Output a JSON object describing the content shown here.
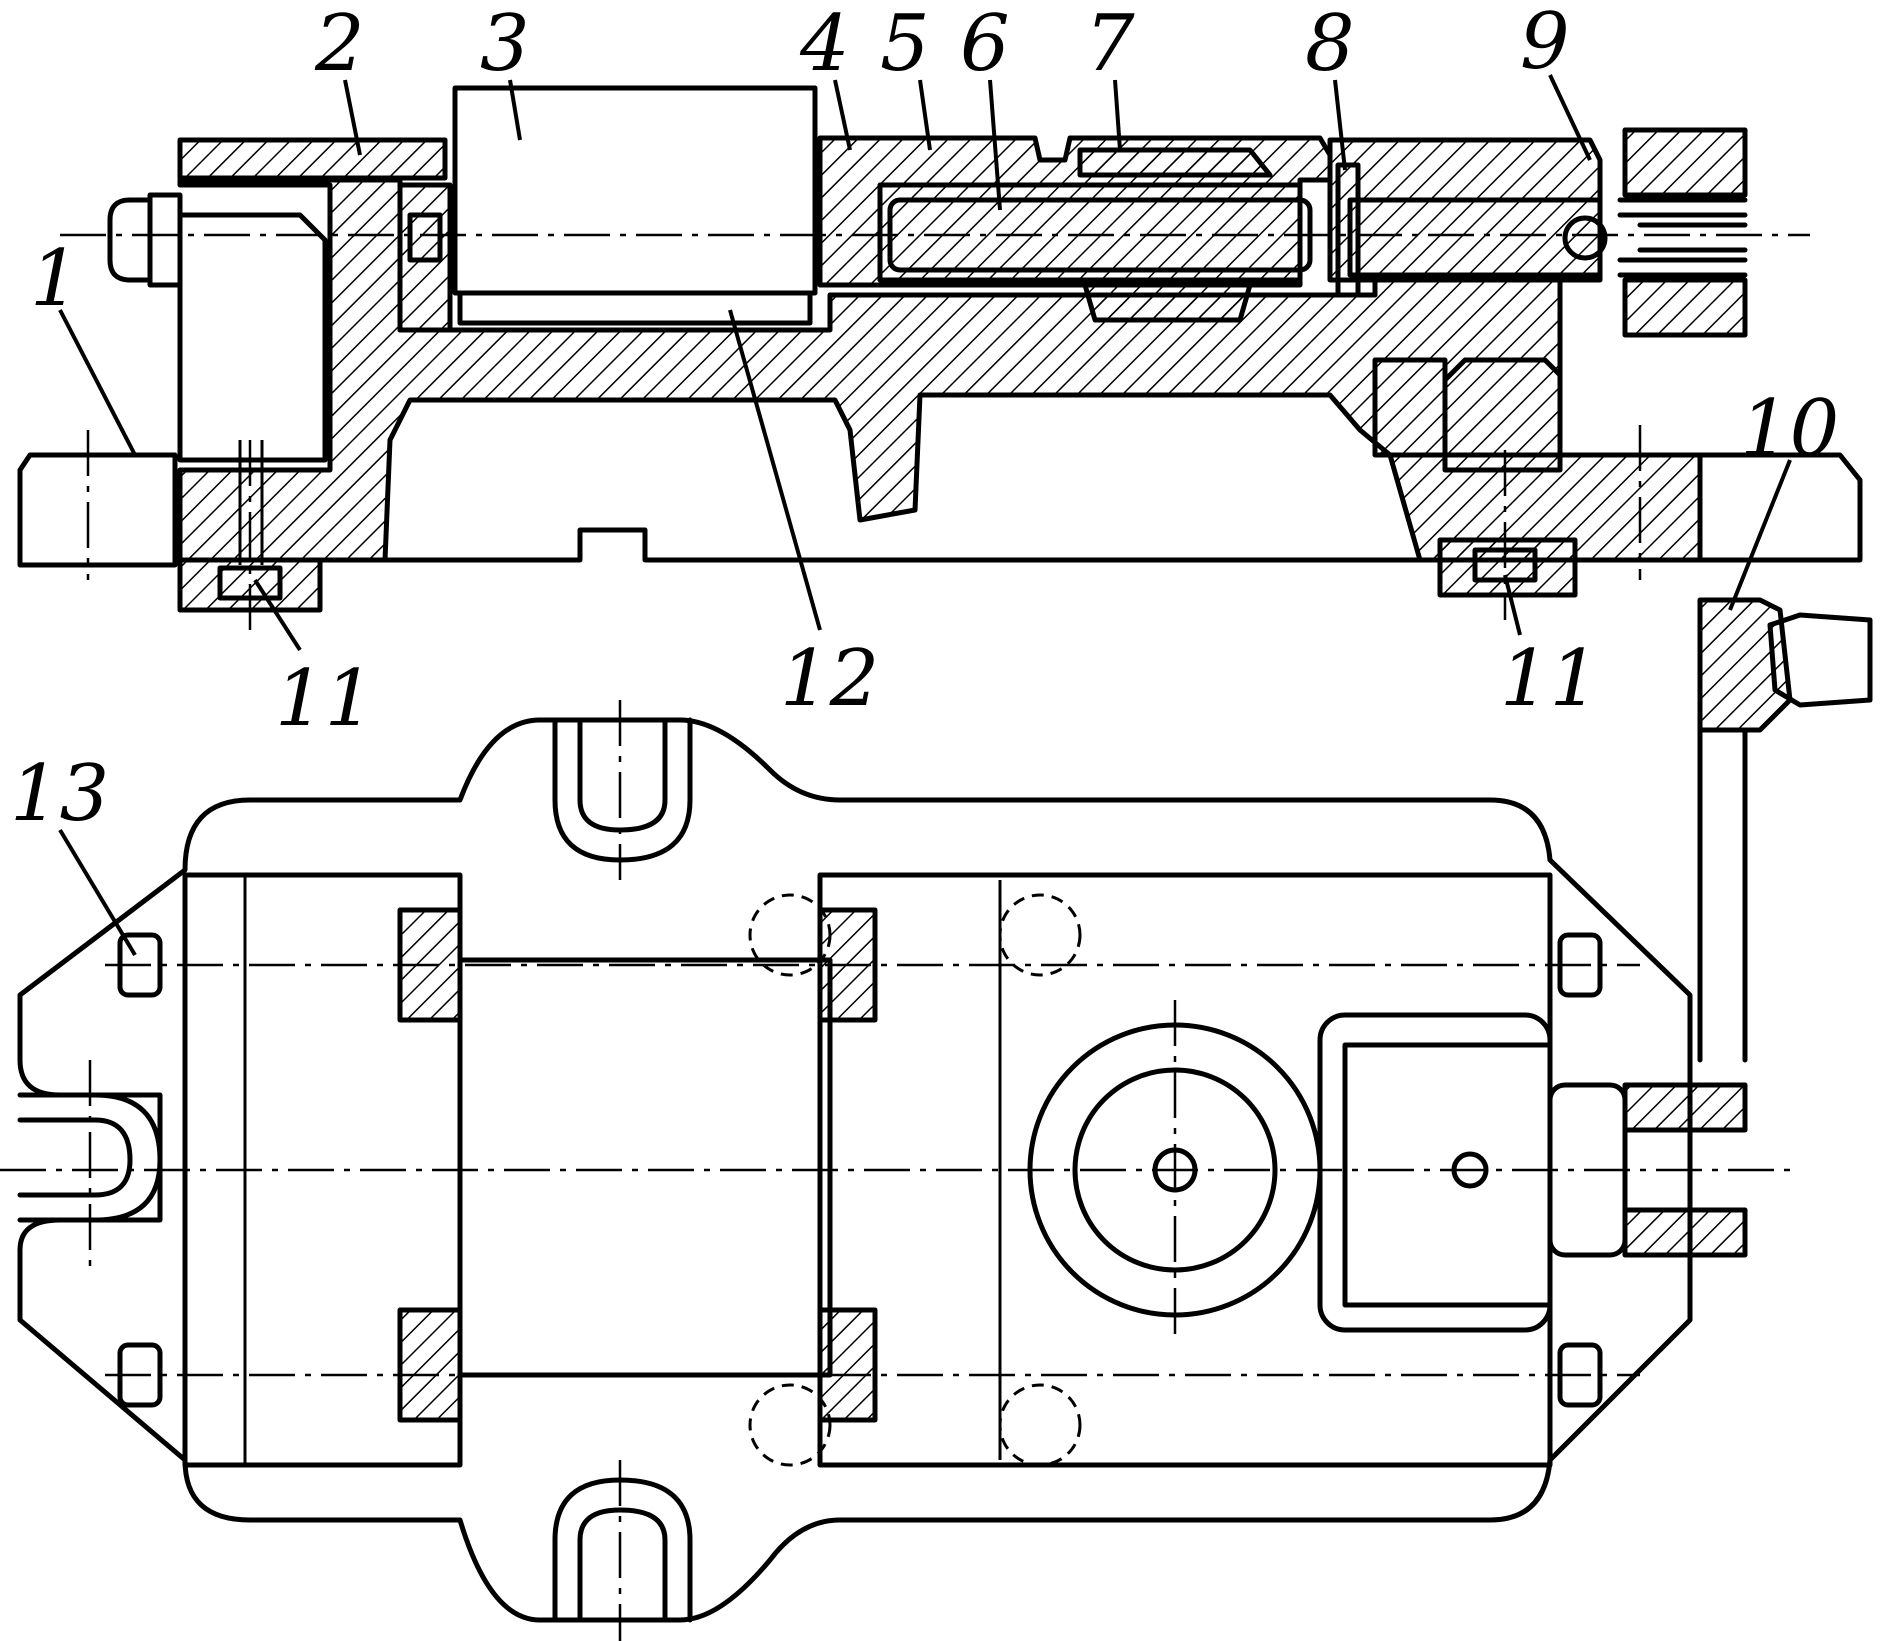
{
  "figure": {
    "labels": [
      "1",
      "2",
      "3",
      "4",
      "5",
      "6",
      "7",
      "8",
      "9",
      "10",
      "11",
      "11",
      "12",
      "13"
    ]
  }
}
